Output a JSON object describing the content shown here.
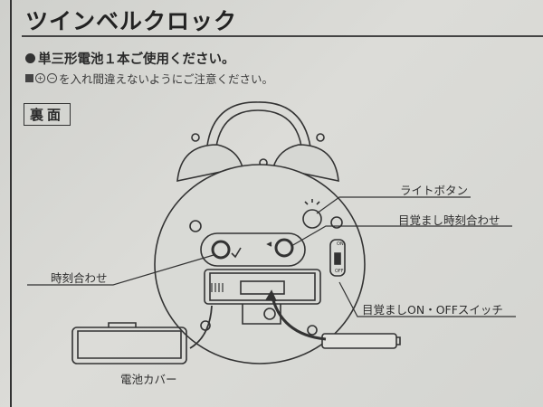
{
  "title": "ツインベルクロック",
  "notes": {
    "battery": "単三形電池１本ご使用ください。",
    "polarity_symbols": [
      "+",
      "−"
    ],
    "polarity": "を入れ間違えないようにご注意ください。"
  },
  "section_label": "裏面",
  "callouts": {
    "light_button": "ライトボタン",
    "alarm_time_set": "目覚まし時刻合わせ",
    "time_set": "時刻合わせ",
    "alarm_switch": "目覚ましON・OFFスイッチ",
    "battery_cover": "電池カバー"
  },
  "switch_labels": {
    "on": "ON",
    "off": "OFF"
  }
}
